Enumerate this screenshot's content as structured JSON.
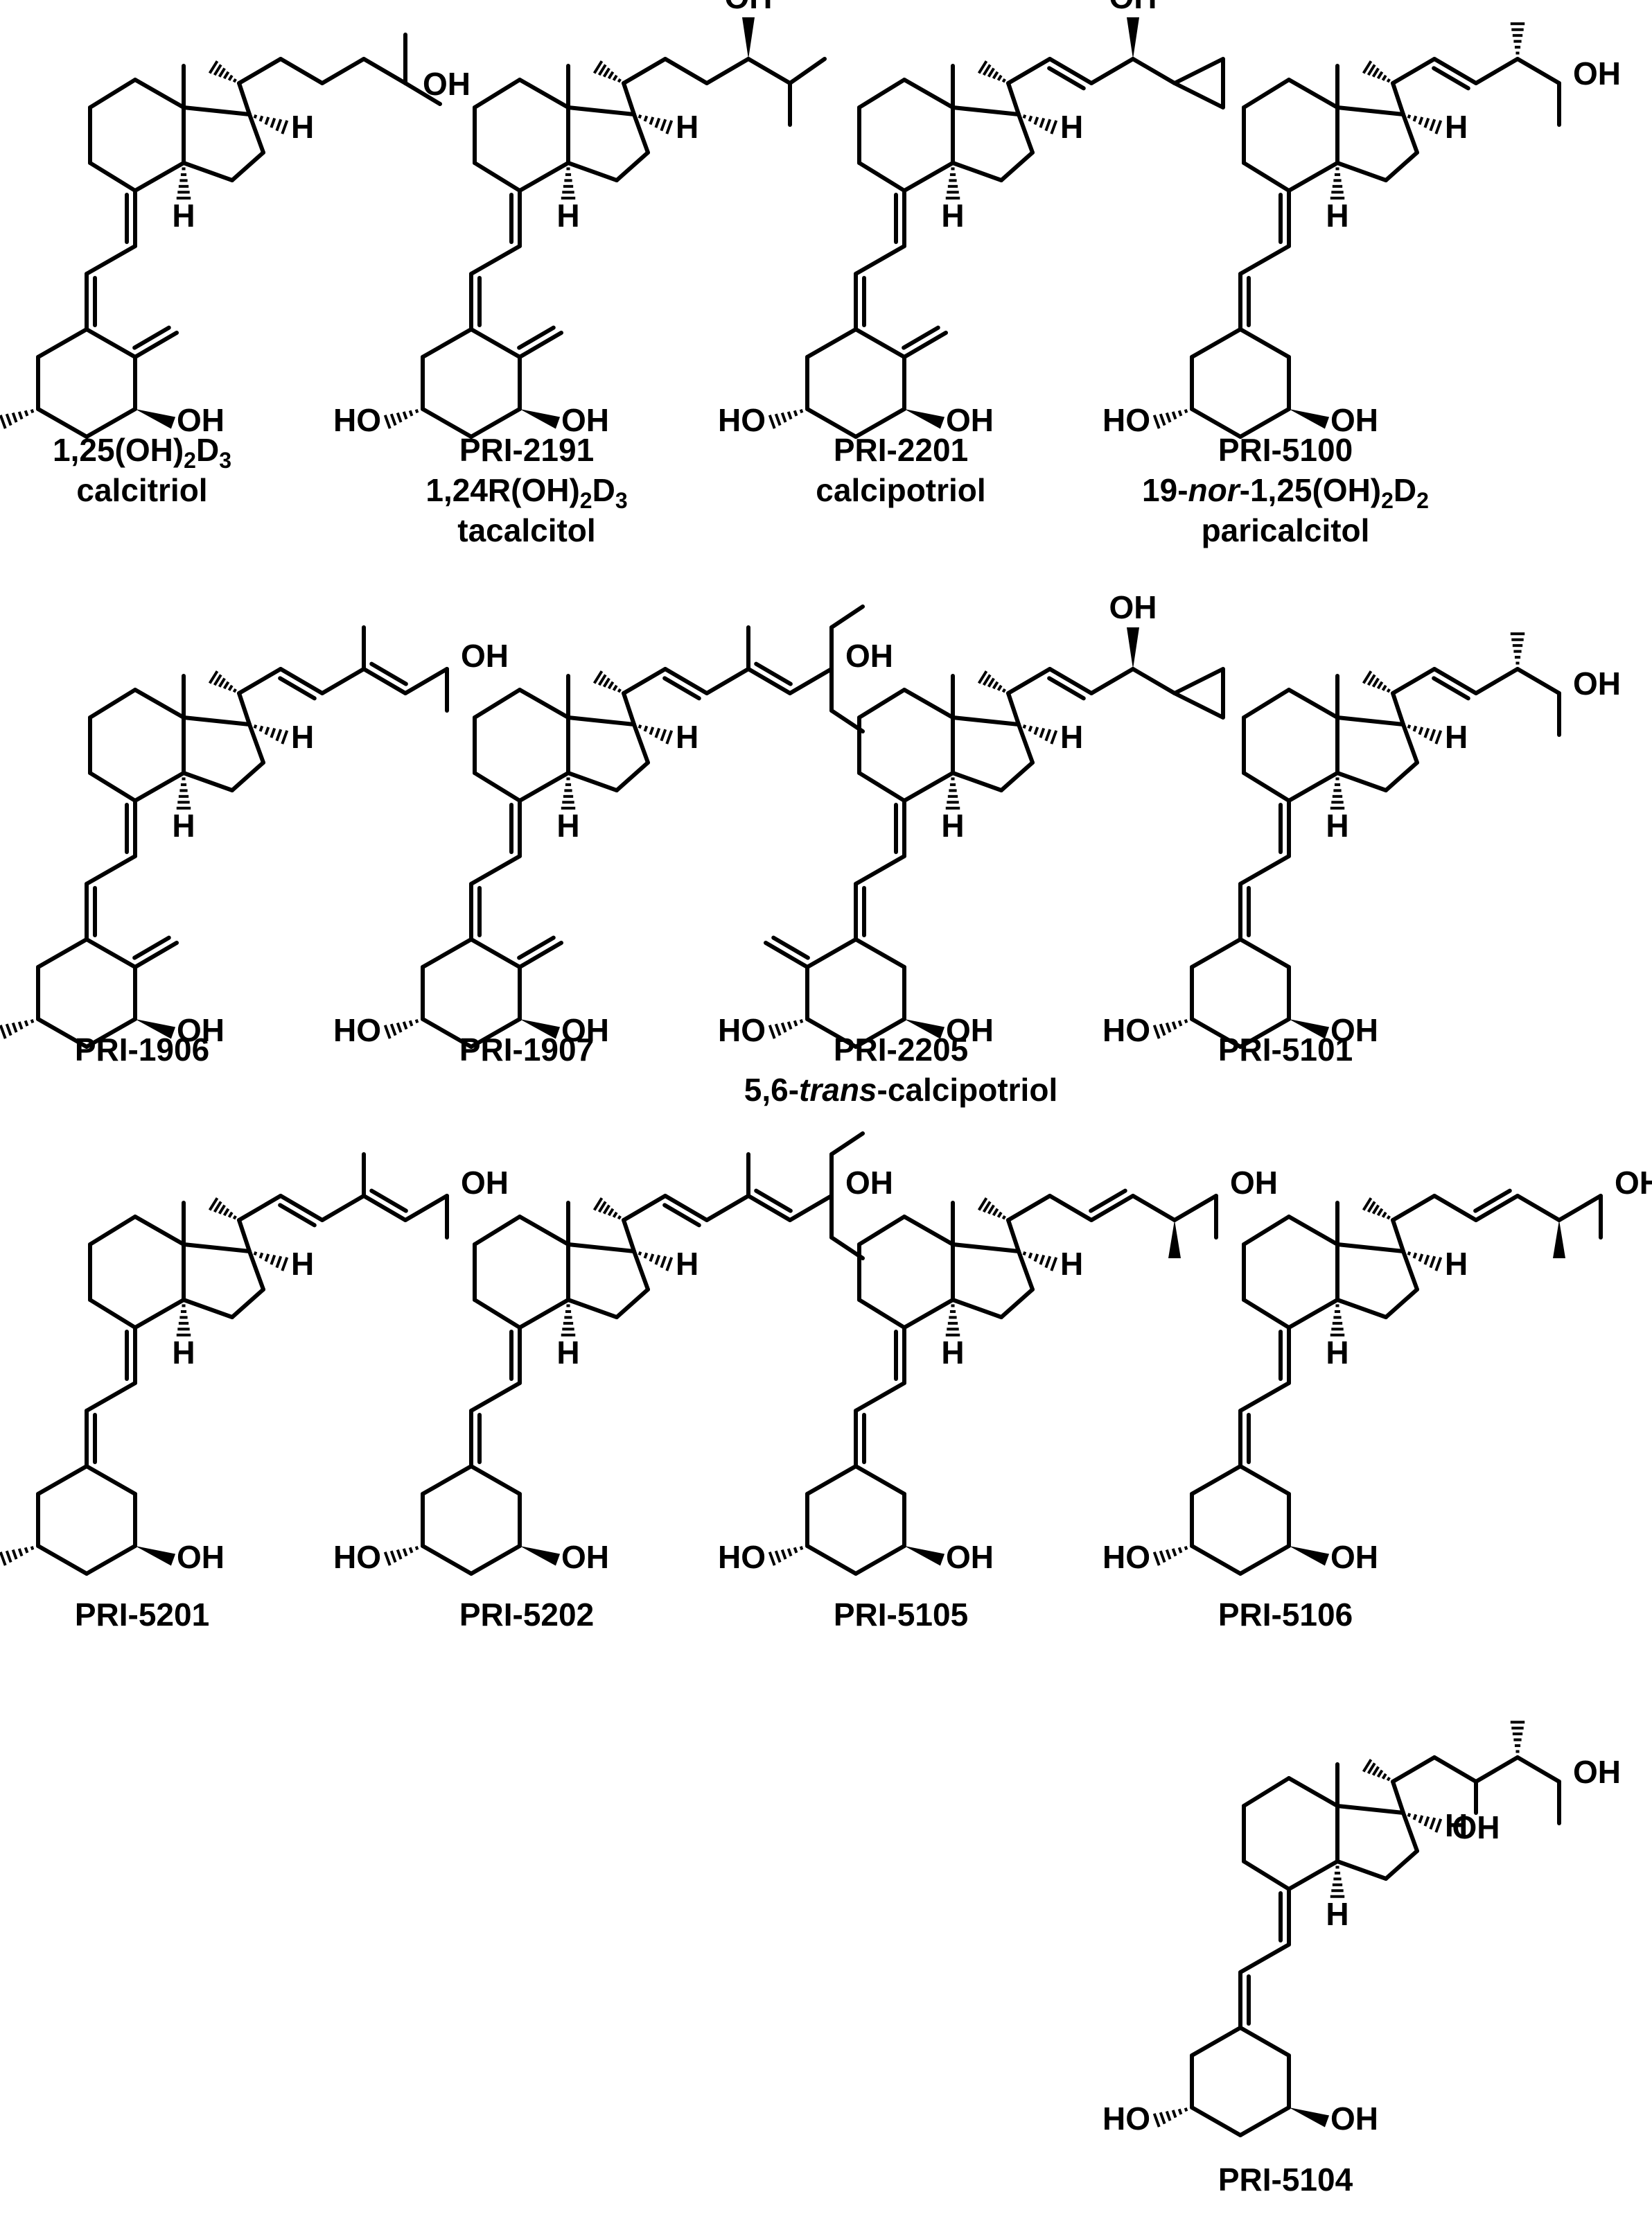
{
  "figure": {
    "compounds": [
      {
        "id": "c1",
        "lines": [
          "1,25(OH)2D3",
          "calcitriol"
        ],
        "side_chain": "sat-OH"
      },
      {
        "id": "c2",
        "lines": [
          "PRI-2191",
          "1,24R(OH)2D3",
          "tacalcitol"
        ],
        "side_chain": "24OH"
      },
      {
        "id": "c3",
        "lines": [
          "PRI-2201",
          "calcipotriol"
        ],
        "side_chain": "cyclopropyl"
      },
      {
        "id": "c4",
        "lines": [
          "PRI-5100",
          "19-nor-1,25(OH)2D2",
          "paricalcitol"
        ],
        "side_chain": "D2"
      },
      {
        "id": "c5",
        "lines": [
          "PRI-1906"
        ],
        "side_chain": "diene"
      },
      {
        "id": "c6",
        "lines": [
          "PRI-1907"
        ],
        "side_chain": "diene-ethyl"
      },
      {
        "id": "c7",
        "lines": [
          "PRI-2205",
          "5,6-trans-calcipotriol"
        ],
        "side_chain": "cyclopropyl"
      },
      {
        "id": "c8",
        "lines": [
          "PRI-5101"
        ],
        "side_chain": "D2"
      },
      {
        "id": "c9",
        "lines": [
          "PRI-5201"
        ],
        "side_chain": "diene"
      },
      {
        "id": "c10",
        "lines": [
          "PRI-5202"
        ],
        "side_chain": "diene-ethyl"
      },
      {
        "id": "c11",
        "lines": [
          "PRI-5105"
        ],
        "side_chain": "homo-D2"
      },
      {
        "id": "c12",
        "lines": [
          "PRI-5106"
        ],
        "side_chain": "homo-D2"
      },
      {
        "id": "c13",
        "lines": [
          "PRI-5104"
        ],
        "side_chain": "diol"
      }
    ],
    "atoms": {
      "oh": "OH",
      "ho": "HO",
      "h": "H"
    },
    "caption_parts": {
      "c1_l1": [
        "1,25(OH)",
        "2",
        "D",
        "3"
      ],
      "c2_l2": [
        "1,24R(OH)",
        "2",
        "D",
        "3"
      ],
      "c4_l2": [
        "19-",
        "nor",
        "-1,25(OH)",
        "2",
        "D",
        "2"
      ],
      "c7_l2": [
        "5,6-",
        "trans",
        "-calcipotriol"
      ]
    }
  }
}
